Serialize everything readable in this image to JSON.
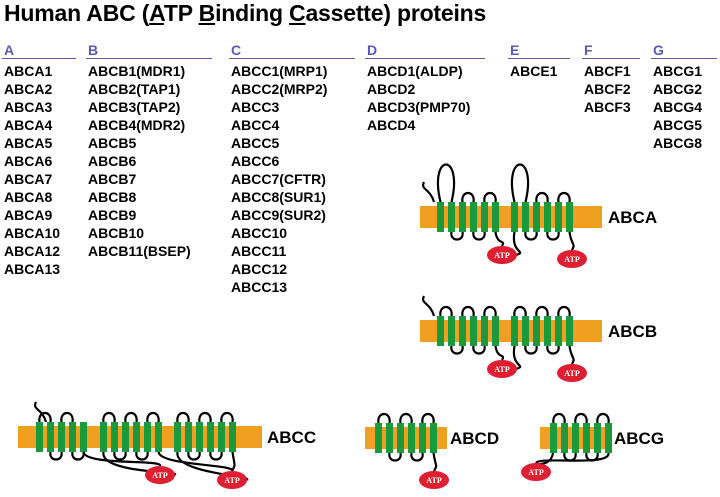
{
  "title": {
    "prefix": "Human ABC (",
    "a_letter": "A",
    "a_rest": "TP ",
    "b_letter": "B",
    "b_rest": "inding ",
    "c_letter": "C",
    "c_rest": "assette) proteins"
  },
  "families": [
    {
      "letter": "A",
      "members": [
        "ABCA1",
        "ABCA2",
        "ABCA3",
        "ABCA4",
        "ABCA5",
        "ABCA6",
        "ABCA7",
        "ABCA8",
        "ABCA9",
        "ABCA10",
        "ABCA12",
        "ABCA13"
      ]
    },
    {
      "letter": "B",
      "members": [
        "ABCB1(MDR1)",
        "ABCB2(TAP1)",
        "ABCB3(TAP2)",
        "ABCB4(MDR2)",
        "ABCB5",
        "ABCB6",
        "ABCB7",
        "ABCB8",
        "ABCB9",
        "ABCB10",
        "ABCB11(BSEP)"
      ]
    },
    {
      "letter": "C",
      "members": [
        "ABCC1(MRP1)",
        "ABCC2(MRP2)",
        "ABCC3",
        "ABCC4",
        "ABCC5",
        "ABCC6",
        "ABCC7(CFTR)",
        "ABCC8(SUR1)",
        "ABCC9(SUR2)",
        "ABCC10",
        "ABCC11",
        "ABCC12",
        "ABCC13"
      ]
    },
    {
      "letter": "D",
      "members": [
        "ABCD1(ALDP)",
        "ABCD2",
        "ABCD3(PMP70)",
        "ABCD4"
      ]
    },
    {
      "letter": "E",
      "members": [
        "ABCE1"
      ]
    },
    {
      "letter": "F",
      "members": [
        "ABCF1",
        "ABCF2",
        "ABCF3"
      ]
    },
    {
      "letter": "G",
      "members": [
        "ABCG1",
        "ABCG2",
        "ABCG4",
        "ABCG5",
        "ABCG8"
      ]
    }
  ],
  "diagrams": {
    "labels": {
      "abca": "ABCA",
      "abcb": "ABCB",
      "abcc": "ABCC",
      "abcd": "ABCD",
      "abcg": "ABCG"
    },
    "atp_label": "ATP",
    "colors": {
      "membrane": "#f0a020",
      "helix": "#1a9a3a",
      "atp": "#e01e32",
      "loop": "#000000"
    }
  }
}
